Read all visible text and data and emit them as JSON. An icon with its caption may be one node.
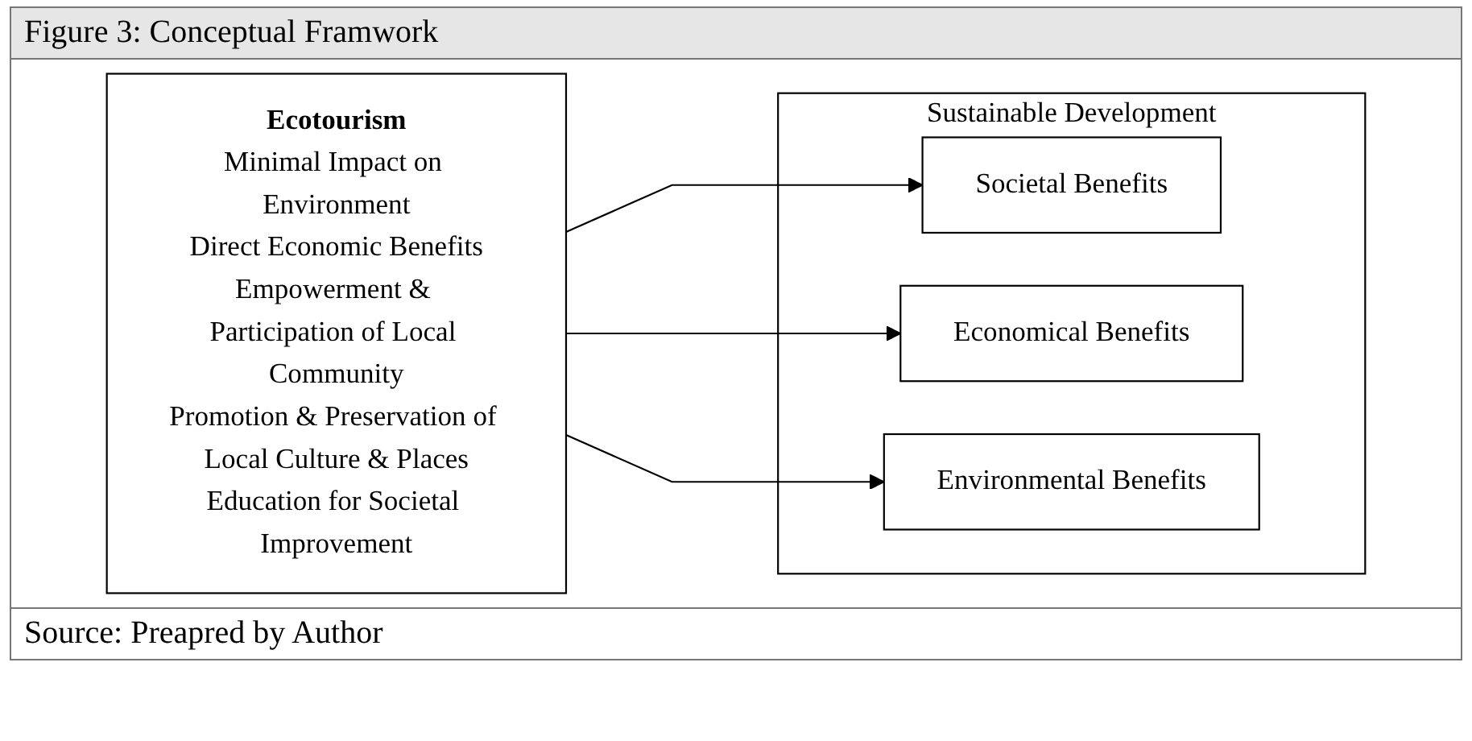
{
  "diagram": {
    "title": "Figure 3: Conceptual Framwork",
    "caption": "Source: Preapred by Author",
    "nodes": [
      {
        "text": [
          "Ecotourism",
          "Minimal Impact on Environment",
          "Direct Economic Benefits",
          "Empowerment & Participation of Local Community",
          "Promotion & Preservation of Local Culture & Places",
          "Education for Societal Improvement"
        ]
      },
      {
        "text": [
          "Sustainable Development"
        ]
      },
      {
        "text": [
          "Societal Benefits"
        ],
        "in": 1
      },
      {
        "text": [
          "Economical Benefits"
        ],
        "in": 1
      },
      {
        "text": [
          "Environmental Benefits"
        ],
        "in": 1
      }
    ],
    "edges": [
      {
        "from": 0,
        "to": 2,
        "arrow": "to"
      },
      {
        "from": 0,
        "to": 3,
        "arrow": "to"
      },
      {
        "from": 0,
        "to": 4,
        "arrow": "to"
      }
    ]
  }
}
